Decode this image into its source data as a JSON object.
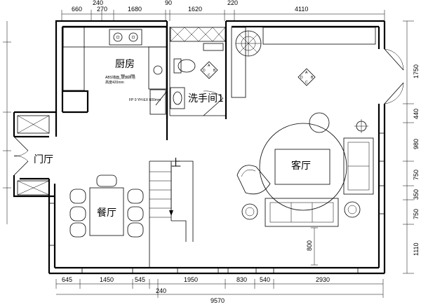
{
  "rooms": {
    "kitchen": "厨房",
    "washroom": "洗手间1",
    "entry": "门厅",
    "living": "客厅",
    "dining": "餐厅",
    "stairs_up": "上"
  },
  "annotations": {
    "kitchen_note_1": "ABS墙面_玻璃砖墙",
    "kitchen_note_2": "高度420mm",
    "fridge_note": "FP 0 YH-EX 600mm",
    "compass_letters": [
      "A",
      "B",
      "C",
      "D"
    ],
    "dim_800": "800"
  },
  "dimensions": {
    "top": [
      "660",
      "240",
      "270",
      "1680",
      "90",
      "1620",
      "220",
      "4110"
    ],
    "bottom": [
      "645",
      "1450",
      "545",
      "240",
      "1950",
      "830",
      "540",
      "2930"
    ],
    "bottom_total": "9570",
    "right": [
      "1750",
      "440",
      "980",
      "750",
      "350",
      "750",
      "1110"
    ]
  }
}
